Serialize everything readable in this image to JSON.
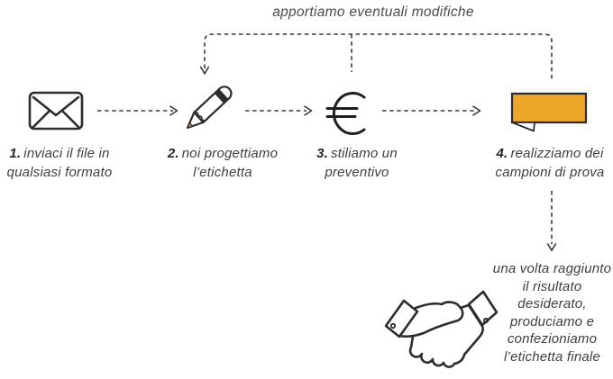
{
  "diagram": {
    "feedback_label": "apportiamo eventuali modifiche",
    "steps": [
      {
        "number": "1.",
        "lines": [
          "inviaci il file in",
          "qualsiasi formato"
        ],
        "icon": "envelope-icon"
      },
      {
        "number": "2.",
        "lines": [
          "noi progettiamo",
          "l’etichetta"
        ],
        "icon": "pencil-icon"
      },
      {
        "number": "3.",
        "lines": [
          "stiliamo un",
          "preventivo"
        ],
        "icon": "euro-icon"
      },
      {
        "number": "4.",
        "lines": [
          "realizziamo dei",
          "campioni di prova"
        ],
        "icon": "label-icon"
      }
    ],
    "final_step": {
      "lines": [
        "una volta raggiunto",
        "il risultato",
        "desiderato,",
        "produciamo e",
        "confezioniamo",
        "l’etichetta finale"
      ],
      "icon": "handshake-icon"
    },
    "colors": {
      "ink": "#2c2c2c",
      "text": "#3e3e3e",
      "accent_orange": "#eea62a"
    }
  }
}
